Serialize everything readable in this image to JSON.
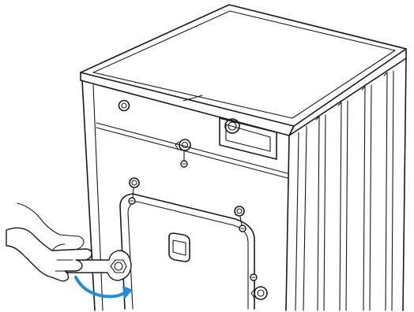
{
  "figure": {
    "subject": "washing-machine-rear-view",
    "action": "remove-transit-bolts-with-wrench",
    "arrow_direction": "counter-clockwise",
    "colors": {
      "line": "#1a1a1a",
      "background": "#ffffff",
      "arrow": "#1e8fd8"
    },
    "icons": [
      "hand-icon",
      "wrench-icon",
      "rotation-arrow-icon",
      "bolt-icon"
    ]
  }
}
